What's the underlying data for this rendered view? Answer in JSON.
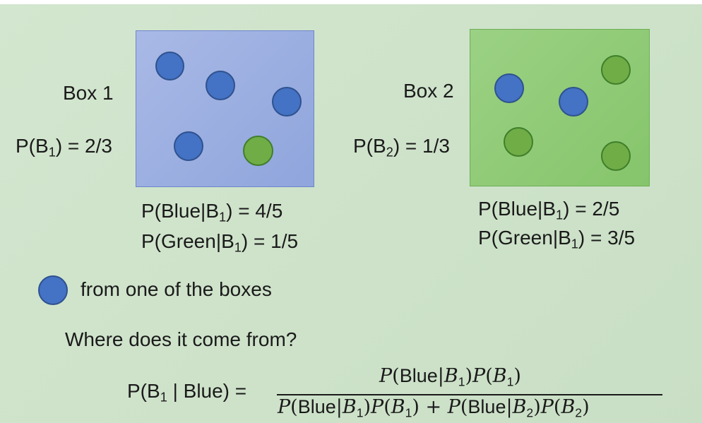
{
  "colors": {
    "blue_ball": "#4472c4",
    "green_ball": "#70ad47",
    "box1": "#9fb1e2",
    "box2": "#8fcb77",
    "background": "#cfe4cb"
  },
  "box1": {
    "title": "Box 1",
    "prior_prefix": "P(B",
    "prior_sub": "1",
    "prior_suffix": ") = 2/3",
    "cond_blue": {
      "prefix": "P(Blue|B",
      "sub": "1",
      "suffix": ") = 4/5"
    },
    "cond_green": {
      "prefix": "P(Green|B",
      "sub": "1",
      "suffix": ") = 1/5"
    }
  },
  "box2": {
    "title": "Box 2",
    "prior_prefix": "P(B",
    "prior_sub": "2",
    "prior_suffix": ") = 1/3",
    "cond_blue": {
      "prefix": "P(Blue|B",
      "sub": "1",
      "suffix": ") = 2/5"
    },
    "cond_green": {
      "prefix": "P(Green|B",
      "sub": "1",
      "suffix": ") = 3/5"
    }
  },
  "statement": {
    "text": "from one of the boxes"
  },
  "question": {
    "text": "Where does it come from?"
  },
  "formula": {
    "lhs_prefix": "P(B",
    "lhs_sub": "1",
    "lhs_suffix": " | Blue) =",
    "numerator": {
      "p1": "P",
      "open1": "(",
      "word1": "Blue",
      "bar1": "|",
      "b1": "B",
      "b1_sub": "1",
      "close1": ")",
      "p2": "P",
      "open2": "(",
      "b2": "B",
      "b2_sub": "1",
      "close2": ")"
    },
    "denominator": {
      "t1_p1": "P",
      "t1_open1": "(",
      "t1_word": "Blue",
      "t1_bar": "|",
      "t1_b1": "B",
      "t1_b1_sub": "1",
      "t1_close1": ")",
      "t1_p2": "P",
      "t1_open2": "(",
      "t1_b2": "B",
      "t1_b2_sub": "1",
      "t1_close2": ")",
      "plus": " + ",
      "t2_p1": "P",
      "t2_open1": "(",
      "t2_word": "Blue",
      "t2_bar": "|",
      "t2_b1": "B",
      "t2_b1_sub": "2",
      "t2_close1": ")",
      "t2_p2": "P",
      "t2_open2": "(",
      "t2_b2": "B",
      "t2_b2_sub": "2",
      "t2_close2": ")"
    }
  }
}
